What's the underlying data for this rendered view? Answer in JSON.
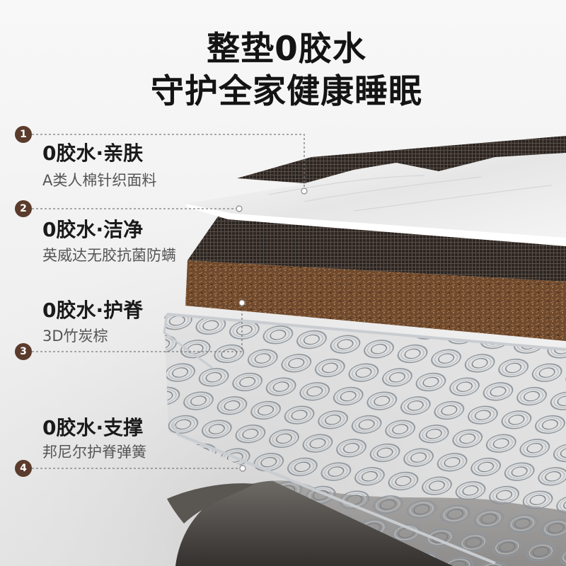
{
  "title": {
    "line1": "整垫0胶水",
    "line2": "守护全家健康睡眠"
  },
  "layers": [
    {
      "number": "1",
      "heading": "0胶水·亲肤",
      "subtitle": "A类人棉针织面料"
    },
    {
      "number": "2",
      "heading": "0胶水·洁净",
      "subtitle": "英威达无胶抗菌防螨"
    },
    {
      "number": "3",
      "heading": "0胶水·护脊",
      "subtitle": "3D竹炭棕"
    },
    {
      "number": "4",
      "heading": "0胶水·支撑",
      "subtitle": "邦尼尔护脊弹簧"
    }
  ],
  "colors": {
    "marker": "#5b3b2c",
    "heading": "#1a1a1a",
    "subtitle": "#555555",
    "leader_line": "#7a7a7a"
  }
}
